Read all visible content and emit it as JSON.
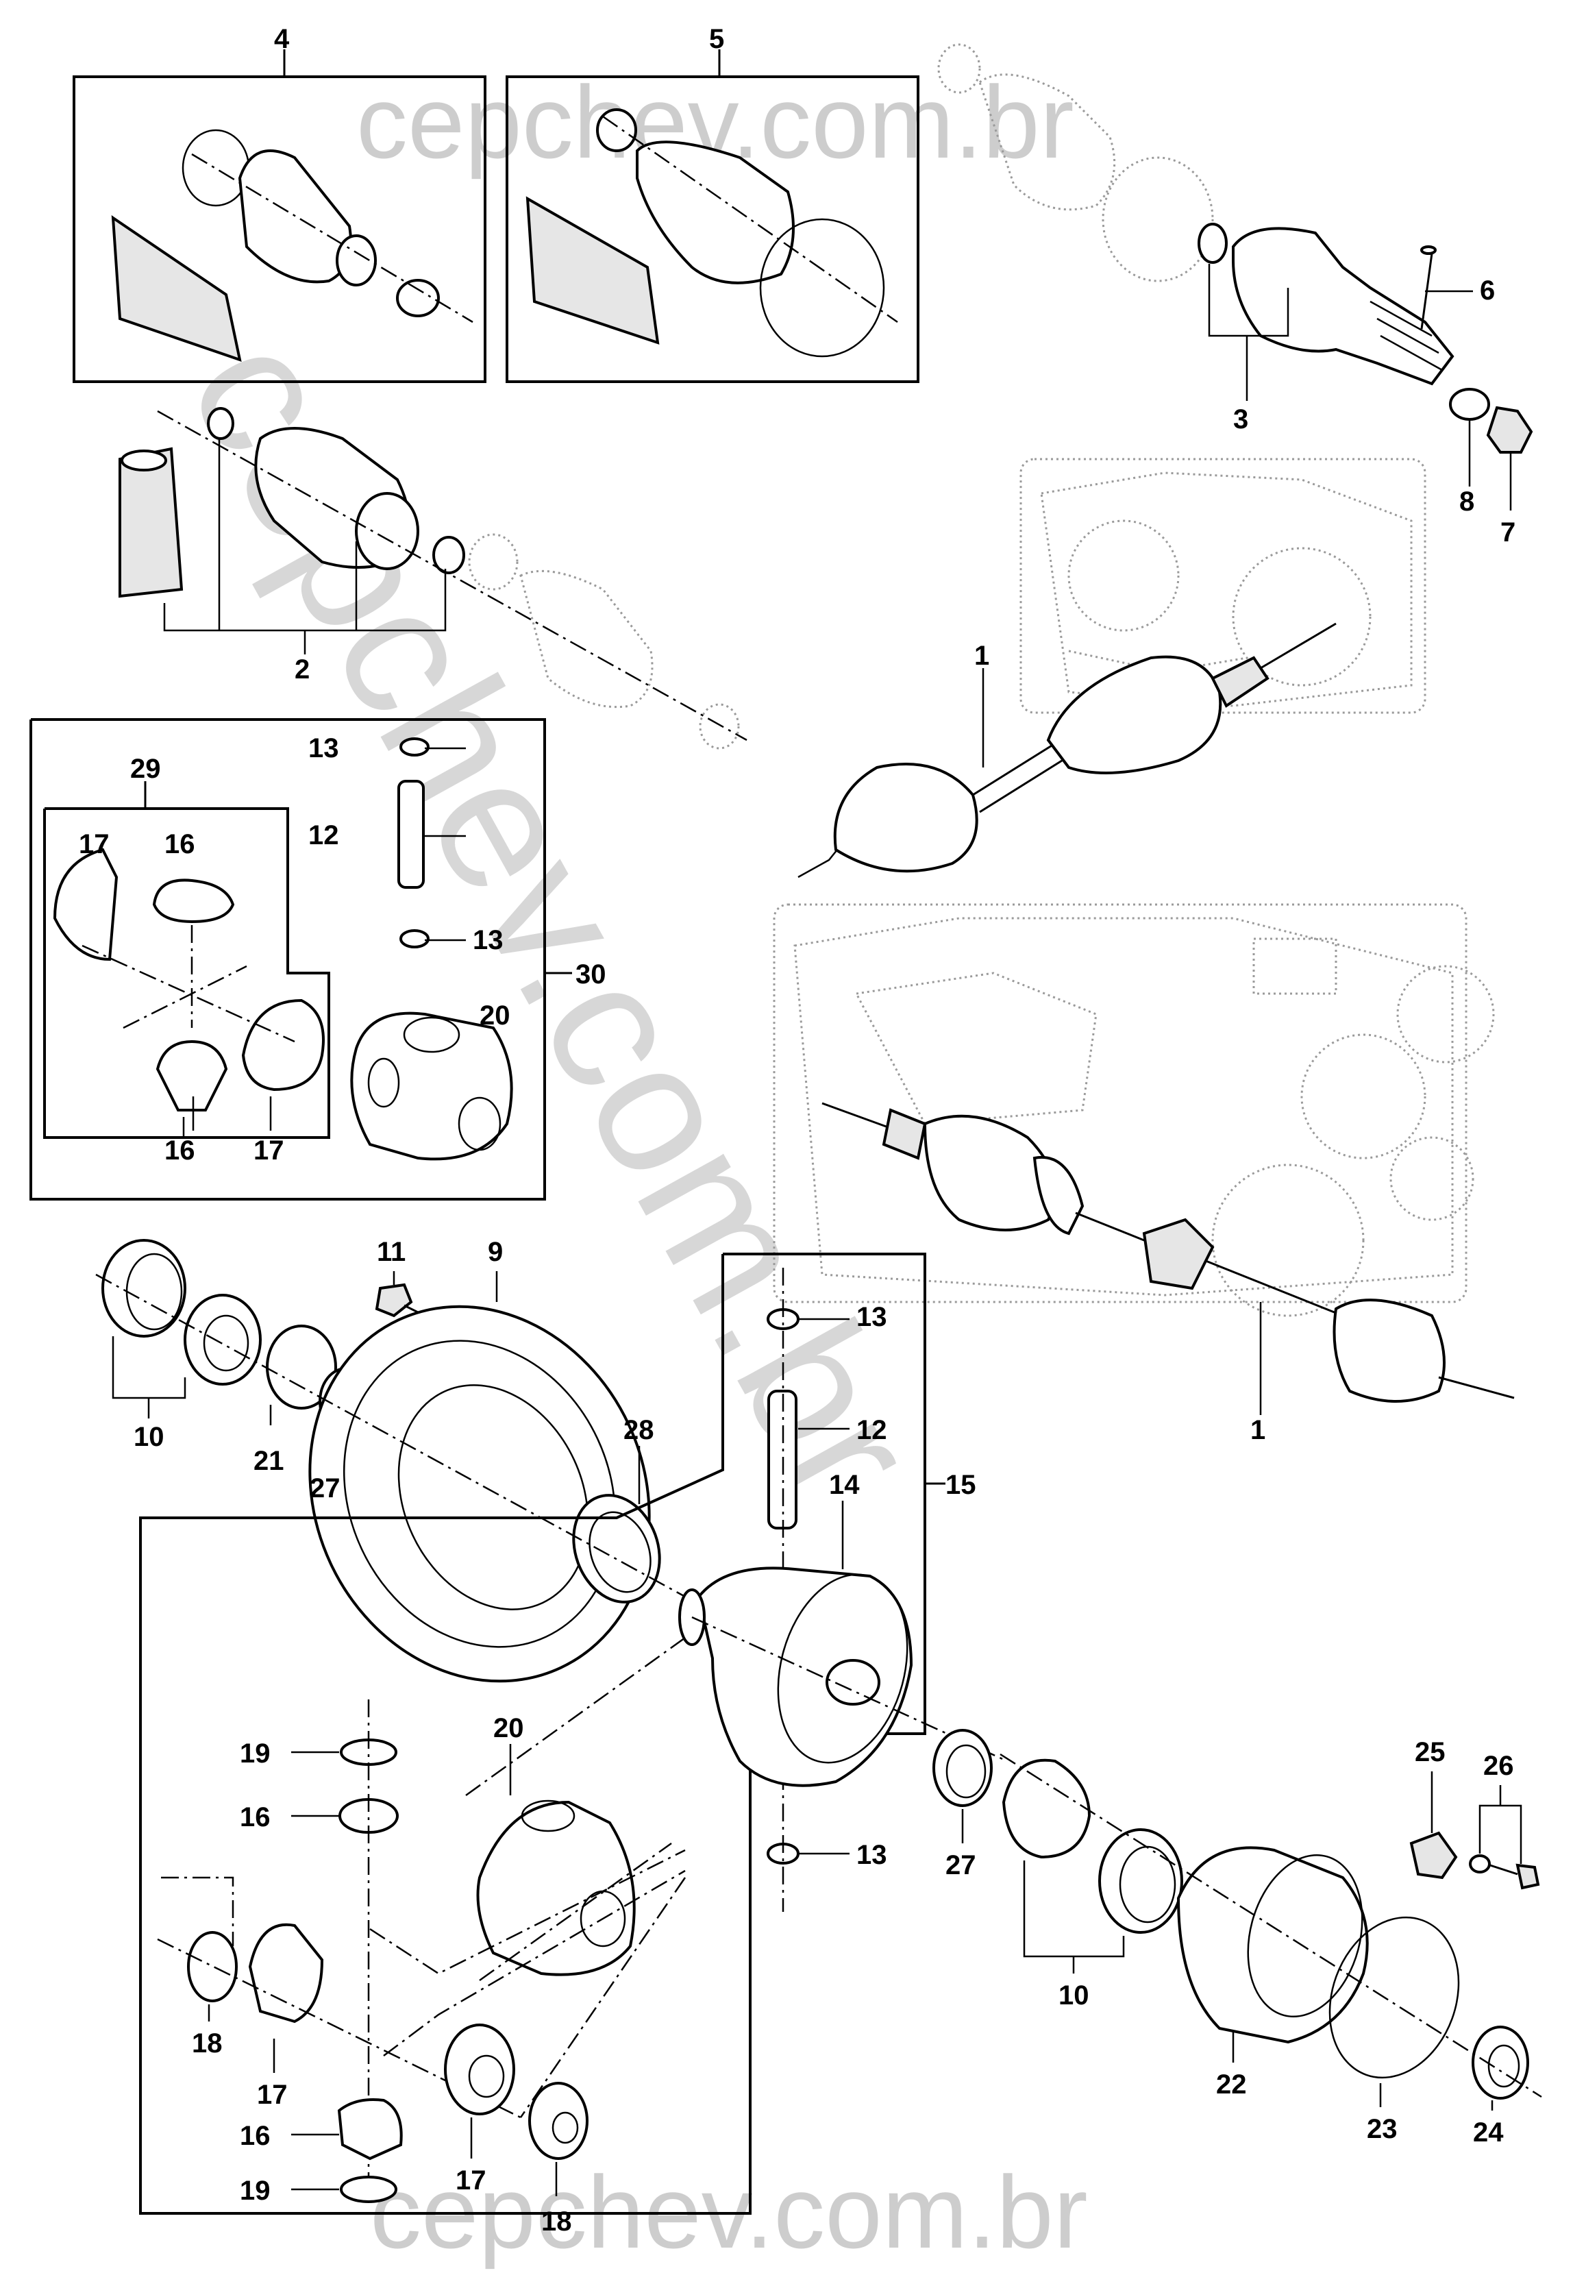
{
  "watermark": {
    "top": "cepchev.com.br",
    "bottom": "cepchev.com.br",
    "diagonal": "cepchev.com.br"
  },
  "callouts": [
    {
      "id": "c4",
      "label": "4"
    },
    {
      "id": "c5",
      "label": "5"
    },
    {
      "id": "c6",
      "label": "6"
    },
    {
      "id": "c3",
      "label": "3"
    },
    {
      "id": "c8",
      "label": "8"
    },
    {
      "id": "c7",
      "label": "7"
    },
    {
      "id": "c2",
      "label": "2"
    },
    {
      "id": "c1a",
      "label": "1"
    },
    {
      "id": "c29",
      "label": "29"
    },
    {
      "id": "c13a",
      "label": "13"
    },
    {
      "id": "c12a",
      "label": "12"
    },
    {
      "id": "c13b",
      "label": "13"
    },
    {
      "id": "c30",
      "label": "30"
    },
    {
      "id": "c17a",
      "label": "17"
    },
    {
      "id": "c16a",
      "label": "16"
    },
    {
      "id": "c20a",
      "label": "20"
    },
    {
      "id": "c16b",
      "label": "16"
    },
    {
      "id": "c17b",
      "label": "17"
    },
    {
      "id": "c11",
      "label": "11"
    },
    {
      "id": "c9",
      "label": "9"
    },
    {
      "id": "c10a",
      "label": "10"
    },
    {
      "id": "c21",
      "label": "21"
    },
    {
      "id": "c27a",
      "label": "27"
    },
    {
      "id": "c28",
      "label": "28"
    },
    {
      "id": "c13c",
      "label": "13"
    },
    {
      "id": "c12b",
      "label": "12"
    },
    {
      "id": "c15",
      "label": "15"
    },
    {
      "id": "c14",
      "label": "14"
    },
    {
      "id": "c1b",
      "label": "1"
    },
    {
      "id": "c19a",
      "label": "19"
    },
    {
      "id": "c20b",
      "label": "20"
    },
    {
      "id": "c16c",
      "label": "16"
    },
    {
      "id": "c13d",
      "label": "13"
    },
    {
      "id": "c27b",
      "label": "27"
    },
    {
      "id": "c25",
      "label": "25"
    },
    {
      "id": "c26",
      "label": "26"
    },
    {
      "id": "c10b",
      "label": "10"
    },
    {
      "id": "c18a",
      "label": "18"
    },
    {
      "id": "c17c",
      "label": "17"
    },
    {
      "id": "c22",
      "label": "22"
    },
    {
      "id": "c16d",
      "label": "16"
    },
    {
      "id": "c19b",
      "label": "19"
    },
    {
      "id": "c17d",
      "label": "17"
    },
    {
      "id": "c18b",
      "label": "18"
    },
    {
      "id": "c23",
      "label": "23"
    },
    {
      "id": "c24",
      "label": "24"
    }
  ]
}
